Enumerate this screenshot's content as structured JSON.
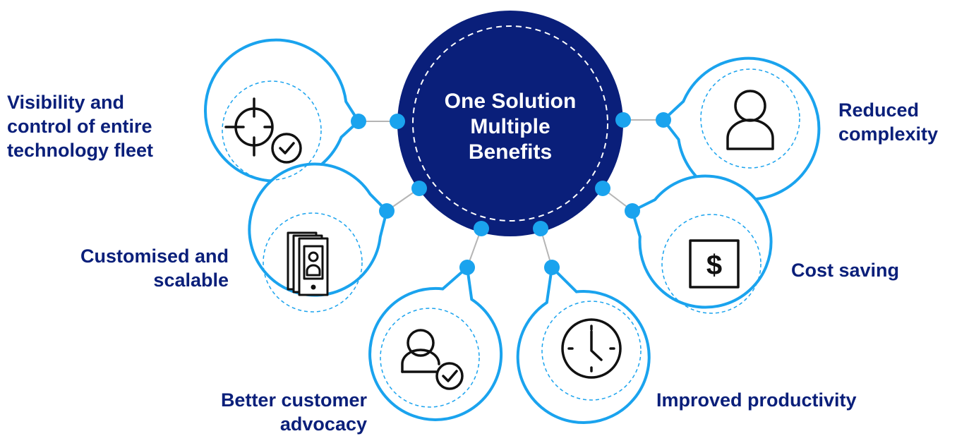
{
  "center": {
    "line1": "One Solution",
    "line2": "Multiple",
    "line3": "Benefits"
  },
  "benefits": [
    {
      "id": "visibility",
      "lines": [
        "Visibility and",
        "control of entire",
        "technology fleet"
      ],
      "icon": "target-check-icon"
    },
    {
      "id": "reduced-complexity",
      "lines": [
        "Reduced",
        "complexity"
      ],
      "icon": "user-icon"
    },
    {
      "id": "customised",
      "lines": [
        "Customised and",
        "scalable"
      ],
      "icon": "mobile-devices-icon"
    },
    {
      "id": "cost-saving",
      "lines": [
        "Cost saving"
      ],
      "icon": "dollar-icon"
    },
    {
      "id": "customer-advocacy",
      "lines": [
        "Better customer",
        "advocacy"
      ],
      "icon": "user-check-icon"
    },
    {
      "id": "productivity",
      "lines": [
        "Improved productivity"
      ],
      "icon": "clock-icon"
    }
  ],
  "colors": {
    "navy": "#0a1f7a",
    "accent": "#1aa3ee",
    "connector": "#b5b5b5",
    "icon": "#111111"
  }
}
